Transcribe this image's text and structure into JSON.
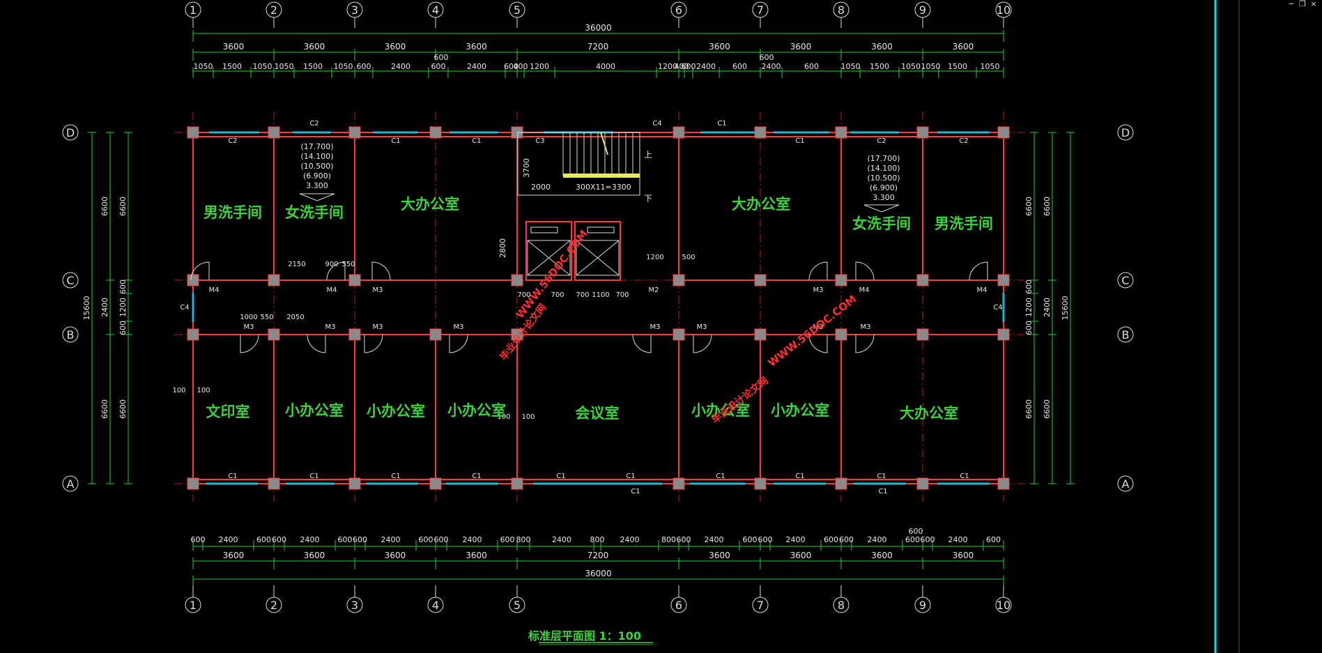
{
  "window_controls": {
    "minimize": "−",
    "restore": "❐",
    "close": "×"
  },
  "drawing": {
    "title": "标准层平面图  1：100",
    "axes_x": [
      "1",
      "2",
      "3",
      "4",
      "5",
      "6",
      "7",
      "8",
      "9",
      "10"
    ],
    "axes_y": [
      "D",
      "C",
      "B",
      "A"
    ],
    "top_overall": "36000",
    "top_bays": [
      "3600",
      "3600",
      "3600",
      "3600",
      "7200",
      "3600",
      "3600",
      "3600",
      "3600"
    ],
    "top_detail": [
      "1050",
      "1500",
      "1050",
      "1050",
      "1500",
      "1050",
      "600",
      "2400",
      "600",
      "2400",
      "600",
      "400",
      "1200",
      "4000",
      "1200",
      "400",
      "600",
      "2400",
      "600",
      "2400",
      "600",
      "1050",
      "1500",
      "1050",
      "1050",
      "1500",
      "1050"
    ],
    "top_extra": "600",
    "top_extra2": "600",
    "bottom_detail": [
      "600",
      "2400",
      "600",
      "600",
      "2400",
      "600",
      "600",
      "2400",
      "600",
      "600",
      "2400",
      "600",
      "800",
      "2400",
      "800",
      "2400",
      "800",
      "600",
      "2400",
      "600",
      "600",
      "2400",
      "600",
      "600",
      "2400",
      "600",
      "600",
      "2400",
      "600"
    ],
    "bottom_extra": "600",
    "bottom_bays": [
      "3600",
      "3600",
      "3600",
      "3600",
      "7200",
      "3600",
      "3600",
      "3600",
      "3600"
    ],
    "bottom_overall": "36000",
    "left_outer": "15600",
    "left_mid": [
      "6600",
      "2400",
      "6600"
    ],
    "left_inner": [
      "6600",
      "600",
      "1200",
      "600",
      "6600"
    ],
    "right_outer": "15600",
    "right_mid": [
      "6600",
      "2400",
      "6600"
    ],
    "right_inner": [
      "6600",
      "600",
      "1200",
      "600",
      "6600"
    ],
    "rooms": {
      "r1": "男洗手间",
      "r2": "女洗手间",
      "r3": "大办公室",
      "r4": "大办公室",
      "r5": "女洗手间",
      "r6": "男洗手间",
      "r7": "文印室",
      "r8": "小办公室",
      "r9": "小办公室",
      "r10": "小办公室",
      "r11": "会议室",
      "r12": "小办公室",
      "r13": "小办公室",
      "r14": "大办公室"
    },
    "windows": {
      "top": [
        "C2",
        "C2",
        "C1",
        "C1",
        "C3",
        "C4",
        "C1",
        "C1",
        "C2",
        "C2"
      ],
      "bottom": [
        "C1",
        "C1",
        "C1",
        "C1",
        "C1",
        "C1",
        "C1",
        "C1",
        "C1",
        "C1",
        "C1",
        "C1"
      ],
      "side": [
        "C4",
        "C4"
      ]
    },
    "doors": [
      "M4",
      "M4",
      "M3",
      "M2",
      "M3",
      "M4",
      "M4",
      "M3",
      "M3",
      "M3",
      "M3",
      "M3",
      "M3",
      "M3",
      "M3"
    ],
    "levels": [
      "(17.700)",
      "(14.100)",
      "(10.500)",
      "(6.900)",
      "3.300"
    ],
    "stair": {
      "up": "上",
      "down": "下",
      "spec": "300X11=3300",
      "w1": "2000",
      "h1": "3700",
      "h2": "2800"
    },
    "corridor_dims": [
      "2150",
      "900",
      "550",
      "1000",
      "550",
      "2050",
      "1200",
      "500",
      "700",
      "700",
      "700",
      "1100",
      "700",
      "100",
      "100",
      "100",
      "100"
    ],
    "watermark": [
      "WWW.56DOC.COM",
      "毕业设计论文网"
    ]
  },
  "colors": {
    "axis": "#21d32b",
    "wall": "#ff3838",
    "axis_line": "#c01a1a",
    "window": "#1fb7d6",
    "accent": "#00e0e8"
  }
}
